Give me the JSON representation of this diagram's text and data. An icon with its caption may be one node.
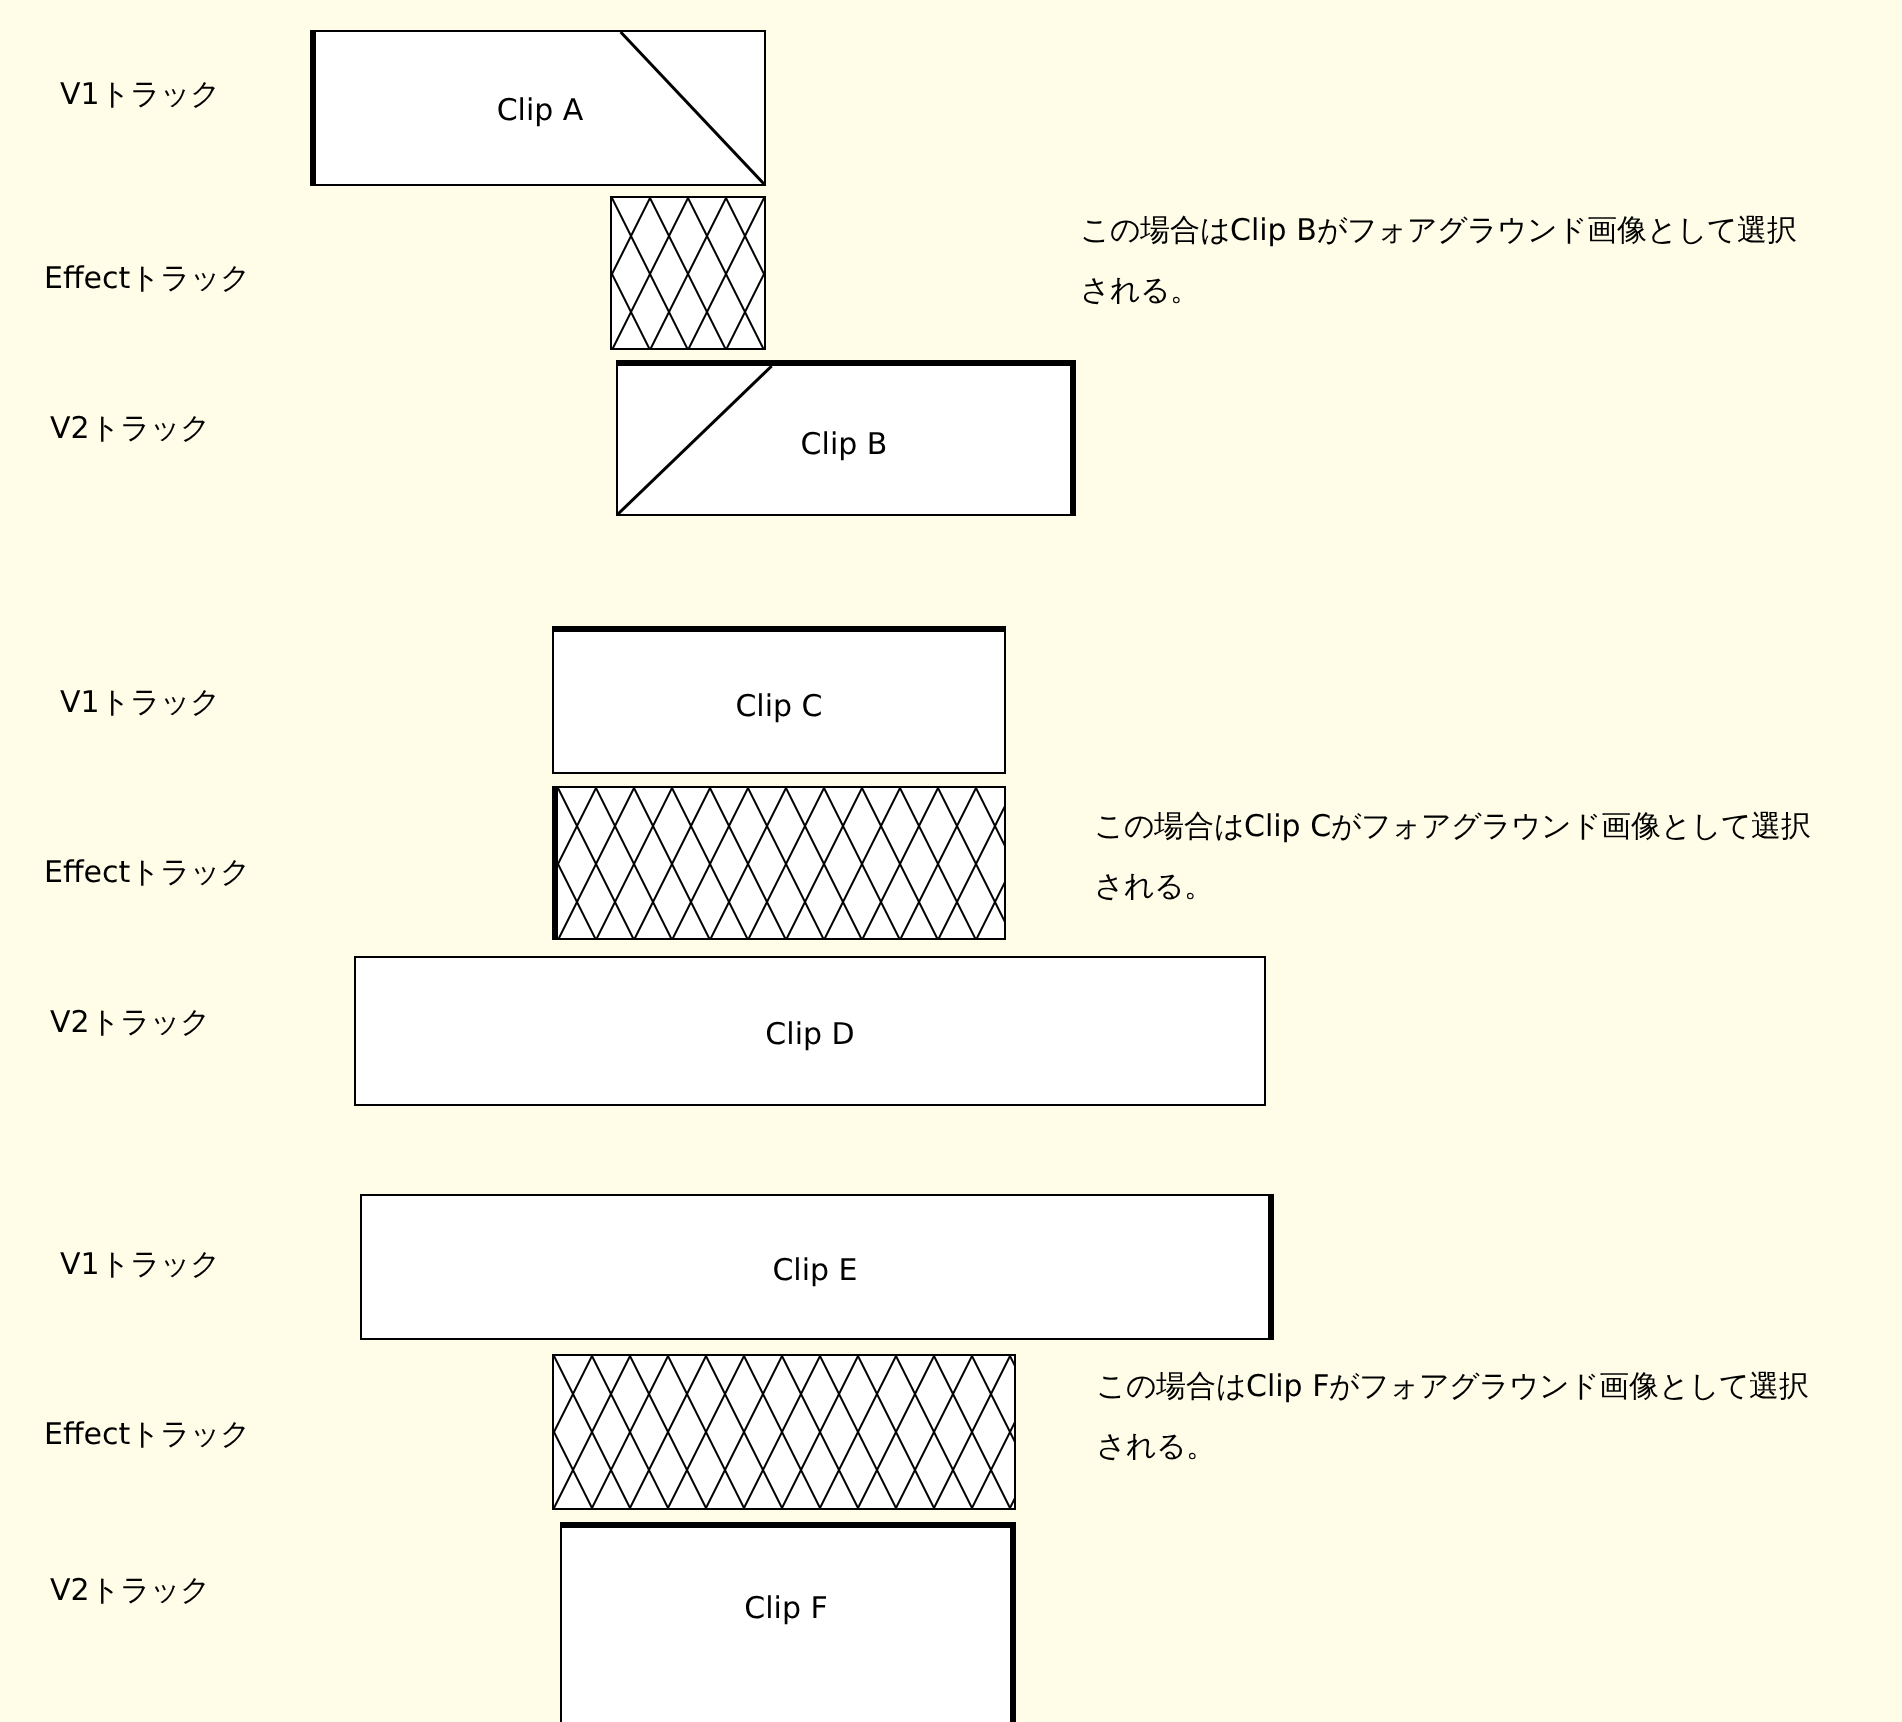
{
  "diagram": {
    "nodes": [
      {
        "text": [
          "Clip A"
        ]
      },
      {
        "text": [],
        "shape": "box"
      },
      {
        "text": [
          "Clip B"
        ]
      },
      {
        "text": [
          "Clip C"
        ]
      },
      {
        "text": [],
        "shape": "box"
      },
      {
        "text": [
          "Clip D"
        ]
      },
      {
        "text": [
          "Clip E"
        ]
      },
      {
        "text": [],
        "shape": "box"
      },
      {
        "text": [
          "Clip F"
        ]
      }
    ],
    "labels": [
      "V1トラック",
      "Effectトラック",
      "この場合はClip Bがフォアグラウンド画像として選択される。",
      "V2トラック",
      "V1トラック",
      "Effectトラック",
      "この場合はClip Cがフォアグラウンド画像として選択される。",
      "V2トラック",
      "V1トラック",
      "Effectトラック",
      "この場合はClip Fがフォアグラウンド画像として選択される。",
      "V2トラック"
    ]
  }
}
